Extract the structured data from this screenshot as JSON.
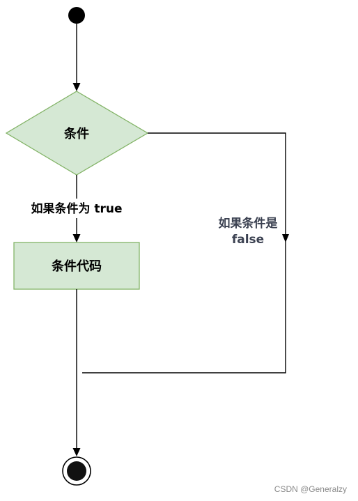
{
  "diagram": {
    "nodes": {
      "condition": "条件",
      "condition_code": "条件代码"
    },
    "edges": {
      "true_label": "如果条件为 true",
      "false_label_line1": "如果条件是",
      "false_label_line2": "false"
    }
  },
  "colors": {
    "node_fill": "#d5e8d4",
    "node_stroke": "#82b366",
    "line": "#000000",
    "false_label": "#3b4151",
    "watermark": "#8a8a8a"
  },
  "watermark": "CSDN @Generalzy"
}
